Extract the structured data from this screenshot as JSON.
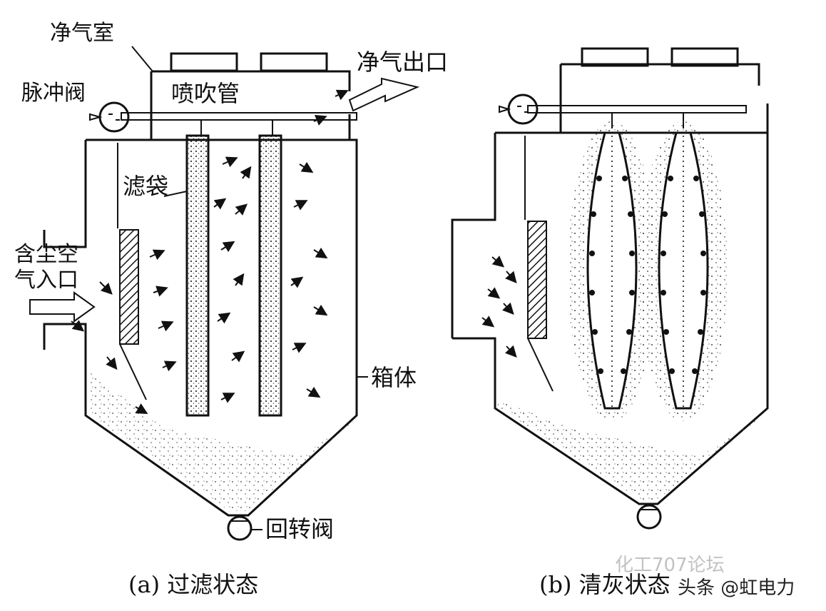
{
  "panel_a": {
    "caption": "(a)  过滤状态",
    "labels": {
      "clean_chamber": "净气室",
      "pulse_valve": "脉冲阀",
      "blow_pipe": "喷吹管",
      "clean_outlet": "净气出口",
      "filter_bag": "滤袋",
      "dusty_inlet_1": "含尘空",
      "dusty_inlet_2": "气入口",
      "box_body": "箱体",
      "rotary_valve": "回转阀"
    }
  },
  "panel_b": {
    "caption": "(b)  清灰状态"
  },
  "watermark": {
    "faint_text": "化工707论坛",
    "credit_text": "头条 @虹电力"
  },
  "colors": {
    "ink": "#111111",
    "paper": "#ffffff",
    "watermark": "#9a9a9a"
  }
}
